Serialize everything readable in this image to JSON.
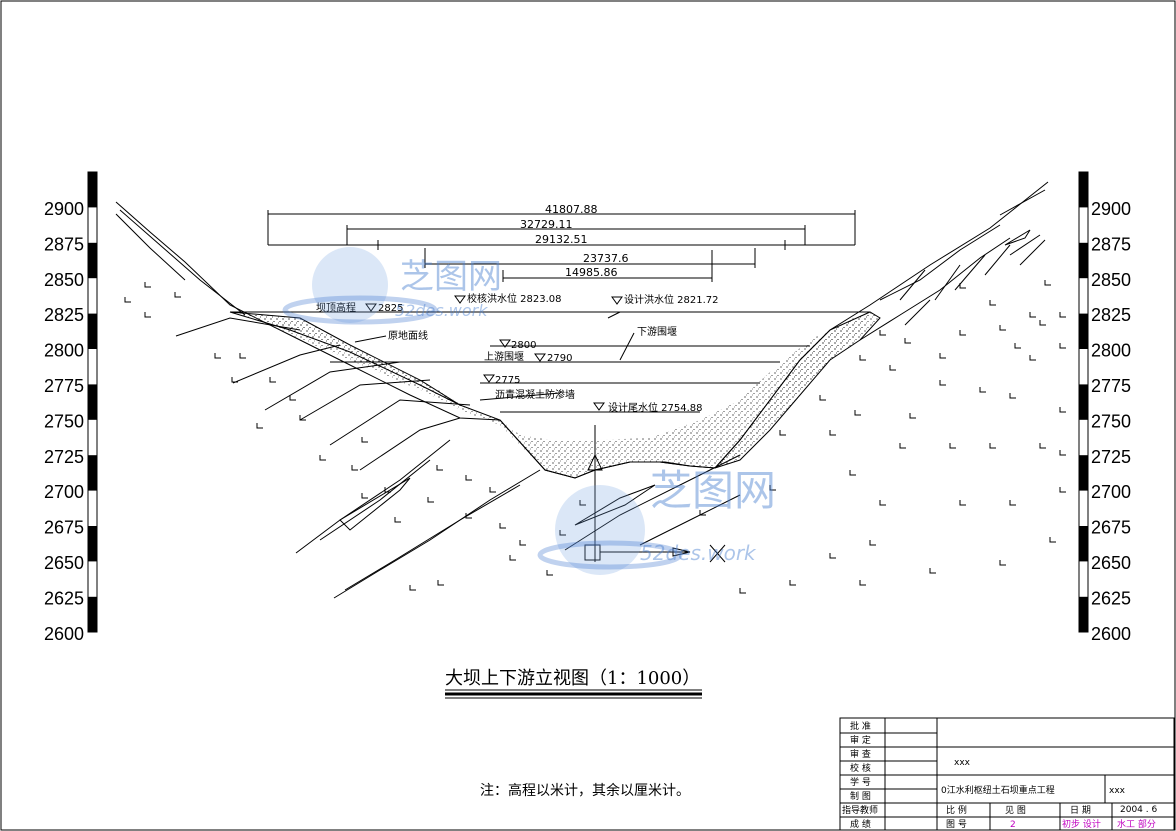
{
  "scale_left": {
    "ticks": [
      "2900",
      "2875",
      "2850",
      "2825",
      "2800",
      "2775",
      "2750",
      "2725",
      "2700",
      "2675",
      "2650",
      "2625",
      "2600"
    ]
  },
  "scale_right": {
    "ticks": [
      "2900",
      "2875",
      "2850",
      "2825",
      "2800",
      "2775",
      "2750",
      "2725",
      "2700",
      "2675",
      "2650",
      "2625",
      "2600"
    ]
  },
  "dimensions": [
    "41807.88",
    "32729.11",
    "29132.51",
    "23737.6",
    "14985.86"
  ],
  "labels": {
    "crest": "坝顶高程",
    "crest_elev": "2825",
    "check_flood": "校核洪水位 2823.08",
    "design_flood": "设计洪水位  2821.72",
    "original_ground": "原地面线",
    "downstream_cofferdam": "下游围堰",
    "elev_2800": "2800",
    "upstream_cofferdam": "上游围堰",
    "elev_2790": "2790",
    "elev_2775": "2775",
    "cutoff_wall": "沥青混凝土防渗墙",
    "design_tailwater": "设计尾水位  2754.88"
  },
  "watermark": {
    "text_cn": "芝图网",
    "text_en": "52des.work"
  },
  "title": "大坝上下游立视图（1：1000）",
  "note": "注：高程以米计，其余以厘米计。",
  "titleblock": {
    "approve": "批 准",
    "review": "审 定",
    "audit": "审 查",
    "check": "校 核",
    "student_id": "学 号",
    "drawn": "制 图",
    "advisor": "指导教师",
    "grade": "成 绩",
    "name_value": "xxx",
    "project": "0江水利枢纽土石坝重点工程",
    "project_value": "xxx",
    "scale": "比 例",
    "see_drawing": "见 图",
    "date": "日 期",
    "date_value": "2004 . 6",
    "drawing_no": "图 号",
    "drawing_no_value": "2",
    "stage": "初步 设计",
    "dept": "水工 部分"
  }
}
